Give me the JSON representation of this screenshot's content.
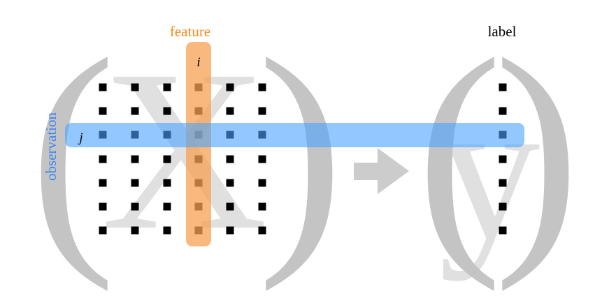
{
  "labels": {
    "feature": "feature",
    "label": "label",
    "observation": "observation",
    "feature_index": "i",
    "observation_index": "j",
    "matrix_symbol": "X",
    "vector_symbol": "y"
  },
  "matrix": {
    "rows": 7,
    "cols": 6,
    "highlighted_col_index": 4,
    "highlighted_row_index": 3
  },
  "vector": {
    "rows": 7
  },
  "colors": {
    "feature": "#f58b1f",
    "feature_band": "#f9a65a",
    "observation": "#3a86f0",
    "observation_band": "#5aaeff",
    "label": "#000000",
    "watermark": "#c8c8c8",
    "bracket": "#c0c0c0",
    "arrow": "#cccccc",
    "dot": "#000000"
  }
}
